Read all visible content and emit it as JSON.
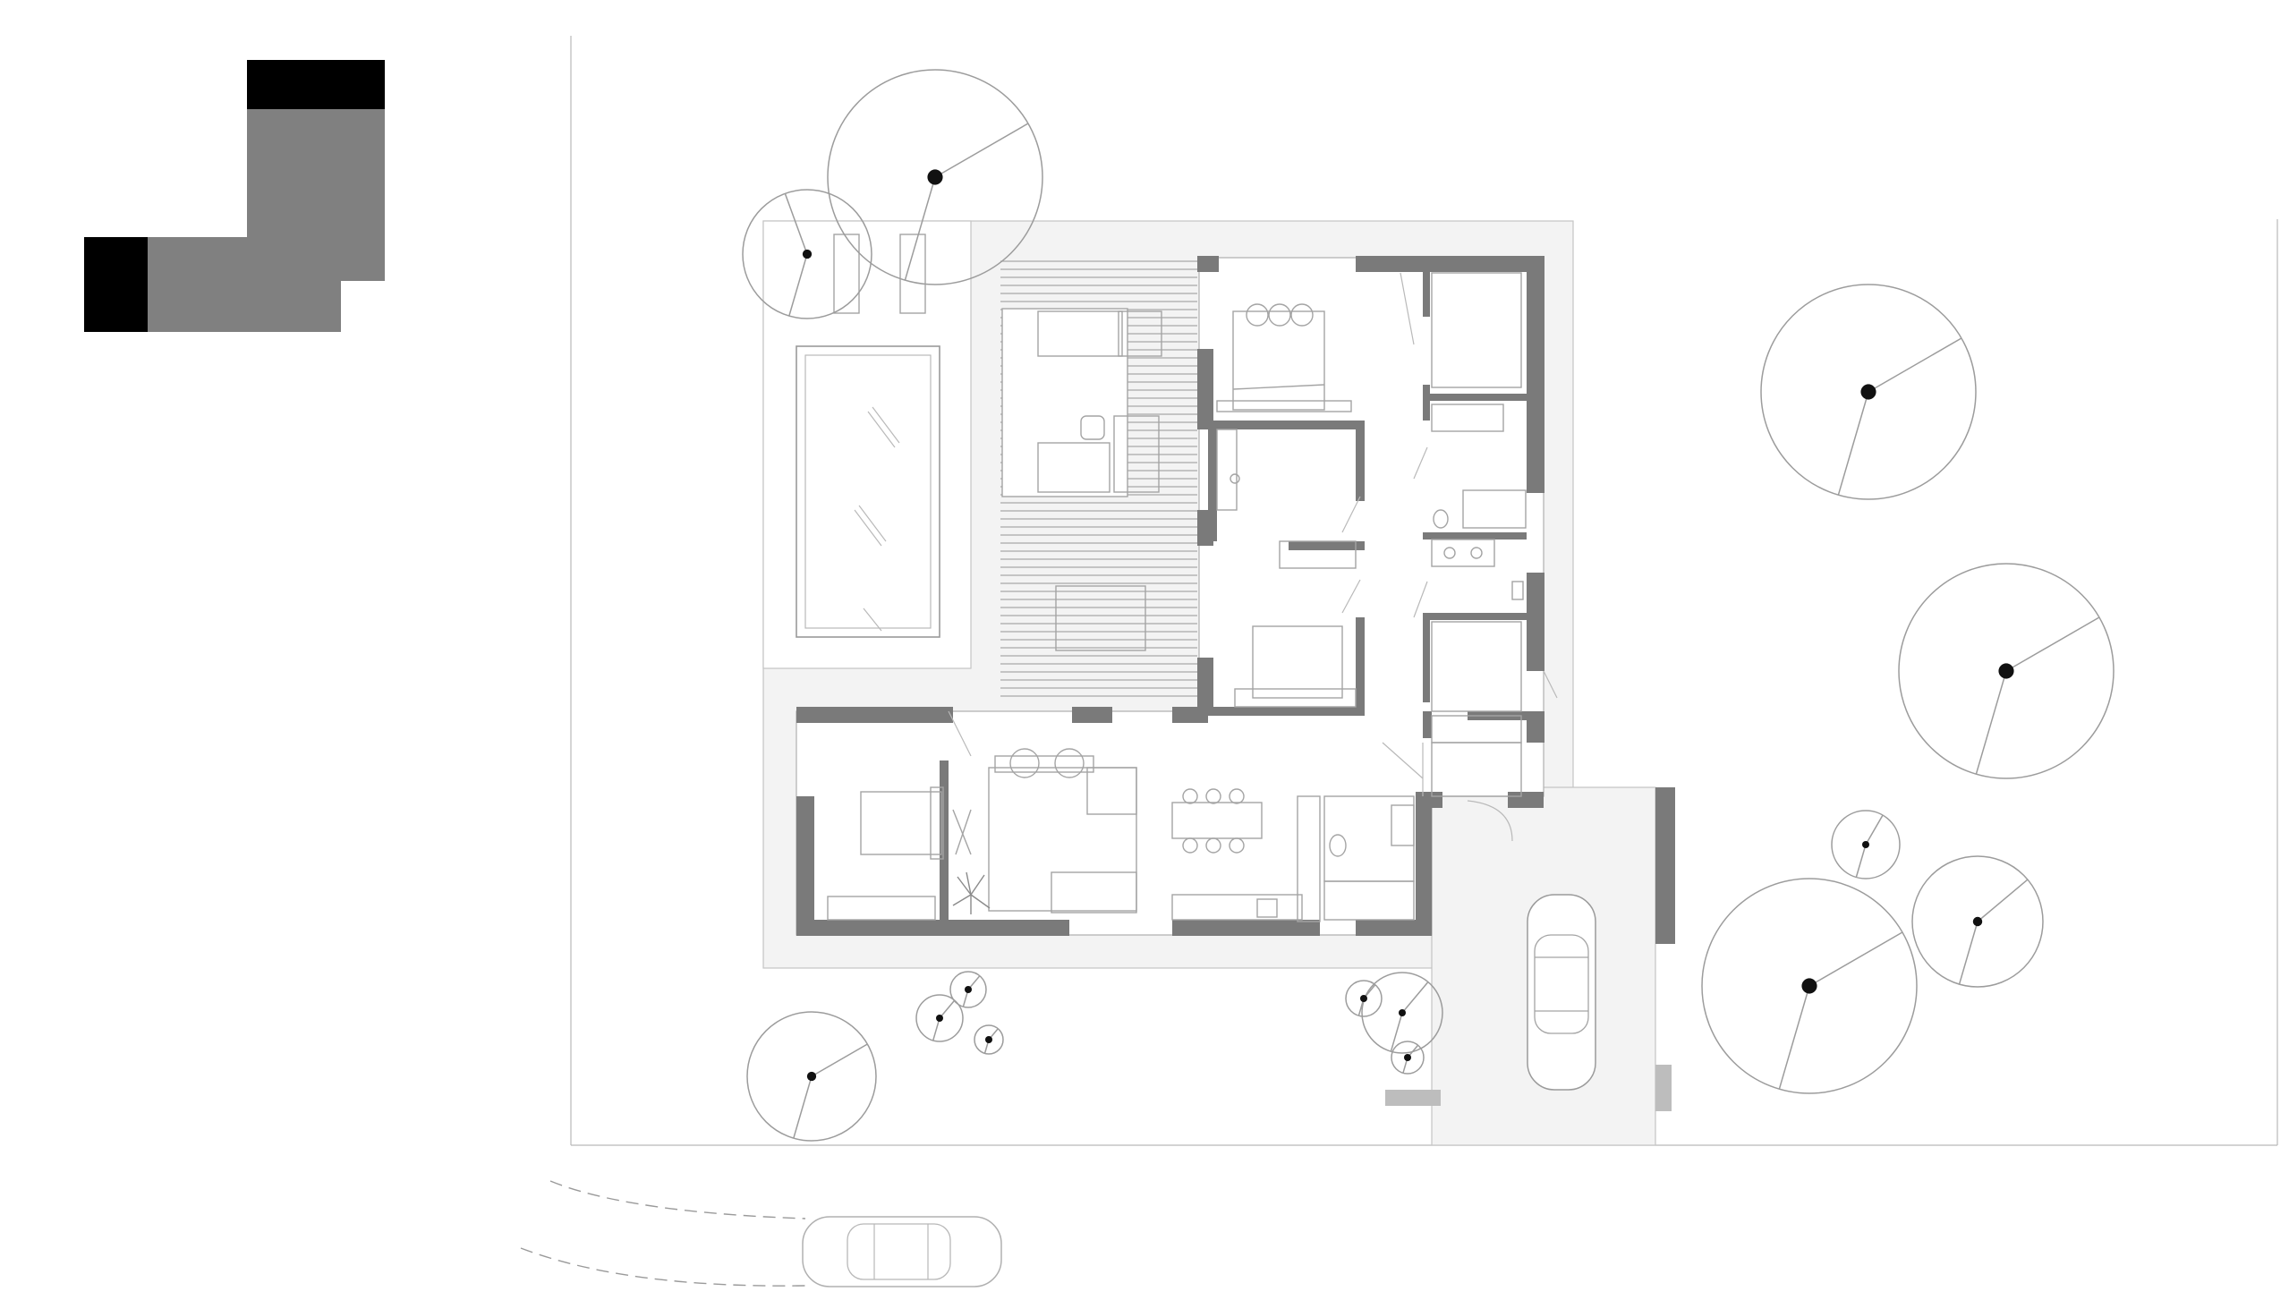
{
  "figure": {
    "kind": "architectural site and ground-floor plan",
    "text_labels": []
  },
  "colors": {
    "background": "#ffffff",
    "walls": "#7a7a7a",
    "linework": "#9a9a9a",
    "key_plan_dark": "#000000",
    "key_plan_mid": "#808080",
    "tree_trunk": "#111111"
  },
  "elements": [
    "key-plan",
    "site-boundary",
    "house-walls",
    "terrace-decking",
    "swimming-pool",
    "bedrooms",
    "bathrooms",
    "living-area",
    "kitchen-dining",
    "carport",
    "trees",
    "cars",
    "driveway-curve"
  ],
  "counts": {
    "cars": 2,
    "large_trees": 6,
    "small_shrubs": 6
  }
}
